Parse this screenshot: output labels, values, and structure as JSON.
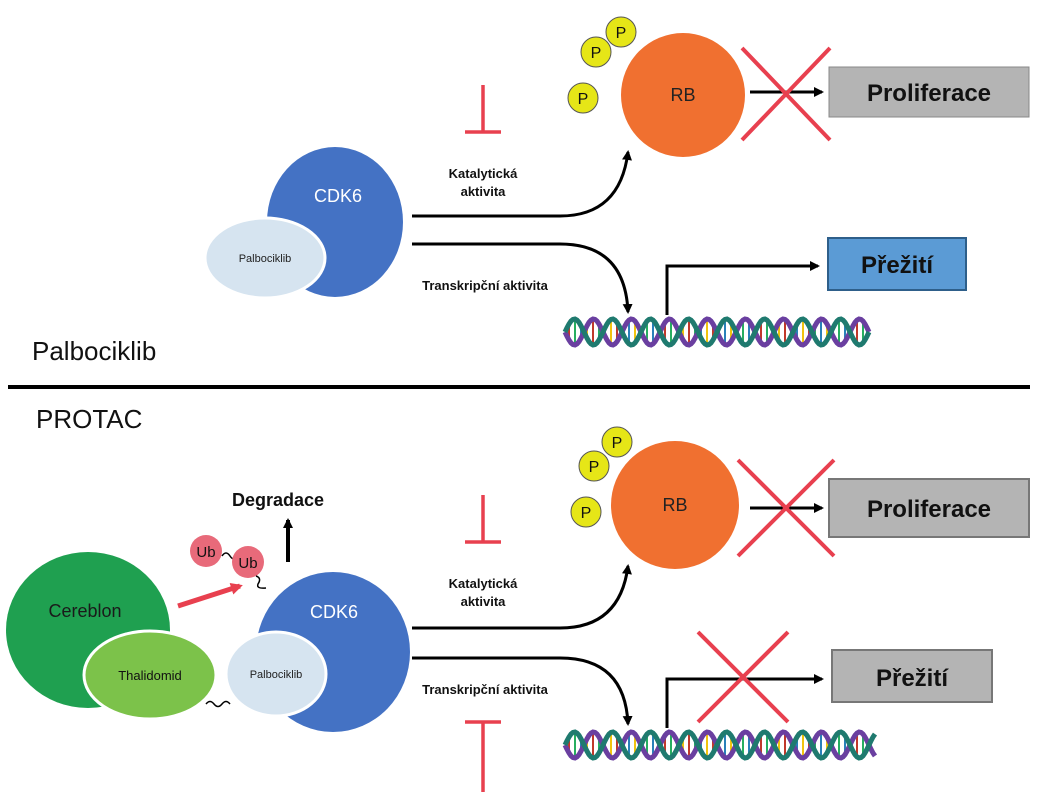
{
  "top": {
    "section_label": "Palbociklib",
    "cdk6": "CDK6",
    "drug": "Palbociklib",
    "catalytic_line1": "Katalytická",
    "catalytic_line2": "aktivita",
    "transcription": "Transkripční aktivita",
    "rb": "RB",
    "p1": "P",
    "p2": "P",
    "p3": "P",
    "proliferation": "Proliferace",
    "survival": "Přežití"
  },
  "bottom": {
    "section_label": "PROTAC",
    "degradation": "Degradace",
    "ub1": "Ub",
    "ub2": "Ub",
    "cereblon": "Cereblon",
    "thalidomide": "Thalidomid",
    "drug": "Palbociklib",
    "cdk6": "CDK6",
    "catalytic_line1": "Katalytická",
    "catalytic_line2": "aktivita",
    "transcription": "Transkripční aktivita",
    "rb": "RB",
    "p1": "P",
    "p2": "P",
    "p3": "P",
    "proliferation": "Proliferace",
    "survival": "Přežití"
  },
  "colors": {
    "cdk6": "#4472c4",
    "drug": "#d6e4f0",
    "rb": "#f07030",
    "phosphate": "#e6e617",
    "inhibit": "#e8404f",
    "cereblon": "#1fa050",
    "thalidomide": "#7cc24a",
    "ub": "#e86a7a",
    "box_gray": "#b4b4b4",
    "box_blue": "#5b9bd5"
  }
}
